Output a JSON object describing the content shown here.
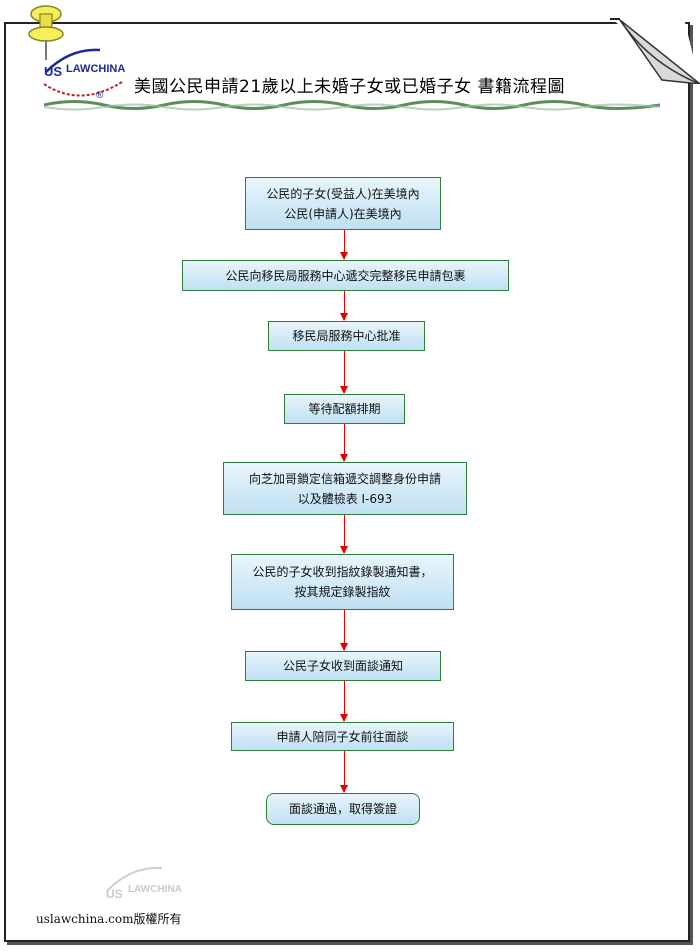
{
  "header": {
    "logo_text_left": "US",
    "logo_text_main": "LAWCHINA",
    "logo_registered": "®",
    "title": "美國公民申請21歲以上未婚子女或已婚子女  書籍流程圖"
  },
  "flow": [
    {
      "lines": [
        "公民的子女(受益人)在美境內",
        "公民(申請人)在美境內"
      ]
    },
    {
      "lines": [
        "公民向移民局服務中心遞交完整移民申請包裹"
      ]
    },
    {
      "lines": [
        "移民局服務中心批准"
      ]
    },
    {
      "lines": [
        "等待配額排期"
      ]
    },
    {
      "lines": [
        "向芝加哥鎖定信箱遞交調整身份申請",
        "以及體檢表 I-693"
      ]
    },
    {
      "lines": [
        "公民的子女收到指紋錄製通知書，",
        "按其規定錄製指紋"
      ]
    },
    {
      "lines": [
        "公民子女收到面談通知"
      ]
    },
    {
      "lines": [
        "申請人陪同子女前往面談"
      ]
    },
    {
      "lines": [
        "面談通過，取得簽證"
      ]
    }
  ],
  "footer": {
    "watermark_left": "US",
    "watermark_main": "LAWCHINA",
    "copyright": "uslawchina.com版權所有"
  },
  "colors": {
    "box_top": "#e9f5fc",
    "box_bottom": "#bfe0f3",
    "box_border": "#2f7f3a",
    "arrow": "#e00000"
  }
}
